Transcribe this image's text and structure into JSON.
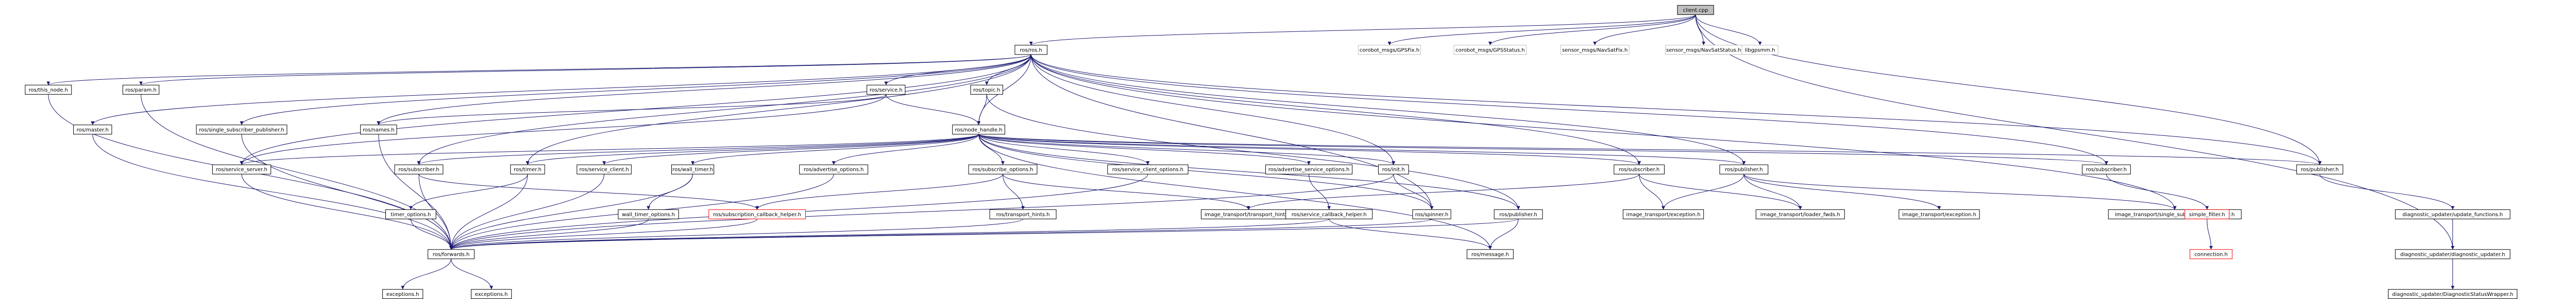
{
  "nodes": [
    {
      "id": "client",
      "label": "client.cpp",
      "style": "root"
    },
    {
      "id": "ros_ros",
      "label": "ros/ros.h"
    },
    {
      "id": "corobot_gps",
      "label": "corobot_msgs/GPSFix.h",
      "style": "missing"
    },
    {
      "id": "corobot_gpsstatus",
      "label": "corobot_msgs/GPSStatus.h",
      "style": "missing"
    },
    {
      "id": "sensor_navsat",
      "label": "sensor_msgs/NavSatFix.h",
      "style": "missing"
    },
    {
      "id": "sensor_navsatstatus",
      "label": "sensor_msgs/NavSatStatus.h",
      "style": "missing"
    },
    {
      "id": "libgpsmm",
      "label": "libgpsmm.h",
      "style": "missing"
    },
    {
      "id": "ros_this_node",
      "label": "ros/this_node.h"
    },
    {
      "id": "ros_param",
      "label": "ros/param.h"
    },
    {
      "id": "ros_service",
      "label": "ros/service.h"
    },
    {
      "id": "ros_topic",
      "label": "ros/topic.h"
    },
    {
      "id": "ros_master",
      "label": "ros/master.h"
    },
    {
      "id": "ros_single_sub_pub",
      "label": "ros/single_subscriber_publisher.h"
    },
    {
      "id": "ros_names",
      "label": "ros/names.h"
    },
    {
      "id": "ros_node_handle",
      "label": "ros/node_handle.h"
    },
    {
      "id": "ros_service_server",
      "label": "ros/service_server.h"
    },
    {
      "id": "ros_subscriber",
      "label": "ros/subscriber.h"
    },
    {
      "id": "ros_timer",
      "label": "ros/timer.h"
    },
    {
      "id": "ros_service_client",
      "label": "ros/service_client.h"
    },
    {
      "id": "ros_wall_timer",
      "label": "ros/wall_timer.h"
    },
    {
      "id": "ros_advertise_options",
      "label": "ros/advertise_options.h"
    },
    {
      "id": "ros_subscribe_options",
      "label": "ros/subscribe_options.h"
    },
    {
      "id": "ros_service_client_options",
      "label": "ros/service_client_options.h"
    },
    {
      "id": "ros_advertise_service_options",
      "label": "ros/advertise_service_options.h"
    },
    {
      "id": "ros_init",
      "label": "ros/init.h"
    },
    {
      "id": "ros_subscriber2",
      "label": "ros/subscriber.h"
    },
    {
      "id": "ros_publisher2",
      "label": "ros/publisher.h"
    },
    {
      "id": "ros_subscriber3",
      "label": "ros/subscriber.h"
    },
    {
      "id": "ros_publisher3",
      "label": "ros/publisher.h"
    },
    {
      "id": "timer_options",
      "label": "timer_options.h"
    },
    {
      "id": "wall_timer_options",
      "label": "wall_timer_options.h"
    },
    {
      "id": "ros_subscription_cb_helper",
      "label": "ros/subscription_callback_helper.h",
      "style": "red"
    },
    {
      "id": "ros_transport_hints",
      "label": "ros/transport_hints.h"
    },
    {
      "id": "it_transport_hints",
      "label": "image_transport/transport_hints.h"
    },
    {
      "id": "ros_service_cb_helper",
      "label": "ros/service_callback_helper.h"
    },
    {
      "id": "ros_spinner",
      "label": "ros/spinner.h"
    },
    {
      "id": "ros_publisher4",
      "label": "ros/publisher.h"
    },
    {
      "id": "it_exception",
      "label": "image_transport/exception.h"
    },
    {
      "id": "it_loader_fwds",
      "label": "image_transport/loader_fwds.h"
    },
    {
      "id": "it_exception2",
      "label": "image_transport/exception.h"
    },
    {
      "id": "it_single_sub_pub",
      "label": "image_transport/single_subscriber_publisher.h"
    },
    {
      "id": "simple_filter",
      "label": "simple_filter.h",
      "style": "red"
    },
    {
      "id": "connection",
      "label": "connection.h",
      "style": "red"
    },
    {
      "id": "diag_update_functions",
      "label": "diagnostic_updater/update_functions.h"
    },
    {
      "id": "diag_updater",
      "label": "diagnostic_updater/diagnostic_updater.h"
    },
    {
      "id": "diag_status_wrapper",
      "label": "diagnostic_updater/DiagnosticStatusWrapper.h"
    },
    {
      "id": "ros_forwards",
      "label": "ros/forwards.h"
    },
    {
      "id": "ros_message",
      "label": "ros/message.h"
    },
    {
      "id": "exceptions1",
      "label": "exceptions.h"
    },
    {
      "id": "exceptions2",
      "label": "exceptions.h"
    }
  ],
  "edges": [
    [
      "client",
      "ros_ros"
    ],
    [
      "client",
      "corobot_gps"
    ],
    [
      "client",
      "corobot_gpsstatus"
    ],
    [
      "client",
      "sensor_navsat"
    ],
    [
      "client",
      "sensor_navsatstatus"
    ],
    [
      "client",
      "libgpsmm"
    ],
    [
      "client",
      "ros_publisher3"
    ],
    [
      "client",
      "diag_updater"
    ],
    [
      "ros_ros",
      "ros_this_node"
    ],
    [
      "ros_ros",
      "ros_param"
    ],
    [
      "ros_ros",
      "ros_service"
    ],
    [
      "ros_ros",
      "ros_topic"
    ],
    [
      "ros_ros",
      "ros_master"
    ],
    [
      "ros_ros",
      "ros_single_sub_pub"
    ],
    [
      "ros_ros",
      "ros_names"
    ],
    [
      "ros_ros",
      "ros_node_handle"
    ],
    [
      "ros_ros",
      "ros_init"
    ],
    [
      "ros_ros",
      "ros_subscriber2"
    ],
    [
      "ros_ros",
      "ros_publisher2"
    ],
    [
      "ros_ros",
      "ros_subscriber3"
    ],
    [
      "ros_ros",
      "ros_publisher3"
    ],
    [
      "ros_ros",
      "ros_service_server"
    ],
    [
      "ros_ros",
      "ros_subscriber"
    ],
    [
      "ros_ros",
      "ros_timer"
    ],
    [
      "ros_ros",
      "ros_spinner"
    ],
    [
      "ros_ros",
      "it_single_sub_pub"
    ],
    [
      "ros_this_node",
      "ros_forwards"
    ],
    [
      "ros_param",
      "ros_forwards"
    ],
    [
      "ros_master",
      "ros_forwards"
    ],
    [
      "ros_single_sub_pub",
      "ros_forwards"
    ],
    [
      "ros_names",
      "ros_forwards"
    ],
    [
      "ros_service",
      "ros_node_handle"
    ],
    [
      "ros_service",
      "ros_names"
    ],
    [
      "ros_service",
      "ros_service_server"
    ],
    [
      "ros_topic",
      "ros_node_handle"
    ],
    [
      "ros_topic",
      "ros_publisher4"
    ],
    [
      "ros_node_handle",
      "ros_service_server"
    ],
    [
      "ros_node_handle",
      "ros_subscriber"
    ],
    [
      "ros_node_handle",
      "ros_timer"
    ],
    [
      "ros_node_handle",
      "ros_service_client"
    ],
    [
      "ros_node_handle",
      "ros_wall_timer"
    ],
    [
      "ros_node_handle",
      "ros_advertise_options"
    ],
    [
      "ros_node_handle",
      "ros_subscribe_options"
    ],
    [
      "ros_node_handle",
      "ros_service_client_options"
    ],
    [
      "ros_node_handle",
      "ros_advertise_service_options"
    ],
    [
      "ros_node_handle",
      "ros_init"
    ],
    [
      "ros_node_handle",
      "ros_spinner"
    ],
    [
      "ros_node_handle",
      "ros_publisher4"
    ],
    [
      "ros_node_handle",
      "ros_message"
    ],
    [
      "ros_node_handle",
      "ros_subscriber3"
    ],
    [
      "ros_node_handle",
      "ros_publisher3"
    ],
    [
      "ros_node_handle",
      "ros_subscriber2"
    ],
    [
      "ros_node_handle",
      "ros_publisher2"
    ],
    [
      "ros_service_server",
      "ros_forwards"
    ],
    [
      "ros_subscriber",
      "ros_forwards"
    ],
    [
      "ros_subscriber",
      "ros_subscription_cb_helper"
    ],
    [
      "ros_timer",
      "ros_forwards"
    ],
    [
      "ros_timer",
      "timer_options"
    ],
    [
      "ros_service_client",
      "ros_forwards"
    ],
    [
      "ros_wall_timer",
      "ros_forwards"
    ],
    [
      "ros_wall_timer",
      "wall_timer_options"
    ],
    [
      "ros_advertise_options",
      "ros_forwards"
    ],
    [
      "ros_subscribe_options",
      "ros_transport_hints"
    ],
    [
      "ros_subscribe_options",
      "ros_subscription_cb_helper"
    ],
    [
      "ros_subscribe_options",
      "it_transport_hints"
    ],
    [
      "ros_service_client_options",
      "ros_forwards"
    ],
    [
      "ros_advertise_service_options",
      "ros_service_cb_helper"
    ],
    [
      "ros_init",
      "ros_forwards"
    ],
    [
      "ros_init",
      "ros_spinner"
    ],
    [
      "timer_options",
      "ros_forwards"
    ],
    [
      "wall_timer_options",
      "ros_forwards"
    ],
    [
      "ros_subscription_cb_helper",
      "ros_forwards"
    ],
    [
      "ros_transport_hints",
      "ros_forwards"
    ],
    [
      "ros_service_cb_helper",
      "ros_forwards"
    ],
    [
      "ros_service_cb_helper",
      "ros_message"
    ],
    [
      "ros_spinner",
      "ros_forwards"
    ],
    [
      "ros_publisher4",
      "ros_forwards"
    ],
    [
      "ros_publisher4",
      "ros_message"
    ],
    [
      "ros_subscriber2",
      "it_transport_hints"
    ],
    [
      "ros_subscriber2",
      "it_exception"
    ],
    [
      "ros_subscriber2",
      "it_loader_fwds"
    ],
    [
      "ros_publisher2",
      "it_exception"
    ],
    [
      "ros_publisher2",
      "it_loader_fwds"
    ],
    [
      "ros_publisher2",
      "it_exception2"
    ],
    [
      "ros_publisher2",
      "it_single_sub_pub"
    ],
    [
      "ros_subscriber3",
      "simple_filter"
    ],
    [
      "simple_filter",
      "connection"
    ],
    [
      "ros_publisher3",
      "diag_update_functions"
    ],
    [
      "diag_update_functions",
      "diag_updater"
    ],
    [
      "diag_updater",
      "diag_status_wrapper"
    ],
    [
      "ros_forwards",
      "exceptions1"
    ],
    [
      "ros_forwards",
      "exceptions2"
    ]
  ],
  "colors": {
    "edge": "#191970",
    "root_fill": "#bfbfbf",
    "missing_stroke": "#bfbfbf",
    "red_stroke": "#ff0000"
  }
}
